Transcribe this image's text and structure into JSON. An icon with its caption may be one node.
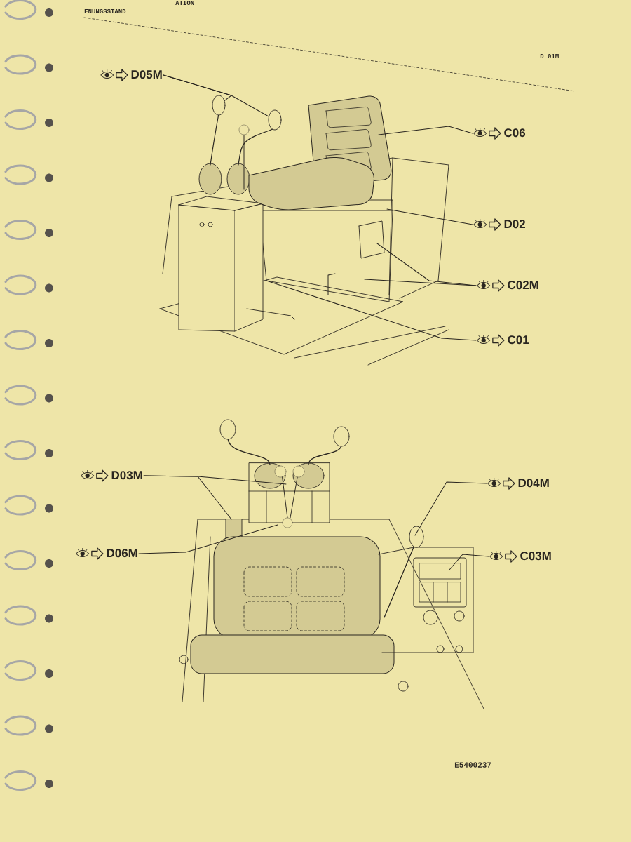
{
  "diagram": {
    "nodes": [
      {
        "text": [
          "D05M"
        ]
      },
      {
        "text": [
          "C06"
        ]
      },
      {
        "text": [
          "D02"
        ]
      },
      {
        "text": [
          "C02M"
        ]
      },
      {
        "text": [
          "C01"
        ]
      },
      {
        "text": [
          "D03M"
        ]
      },
      {
        "text": [
          "D04M"
        ]
      },
      {
        "text": [
          "D06M"
        ]
      },
      {
        "text": [
          "C03M"
        ]
      },
      {
        "text": [],
        "shape": "circle"
      },
      {
        "text": [],
        "shape": "circle"
      }
    ],
    "edges": [
      {
        "from": 0,
        "to": 9,
        "arrow": "none"
      },
      {
        "from": 0,
        "to": 10,
        "arrow": "none"
      },
      {
        "from": 1,
        "to": null,
        "arrow": "none"
      },
      {
        "from": 2,
        "to": null,
        "arrow": "none"
      },
      {
        "from": 3,
        "to": null,
        "arrow": "none"
      },
      {
        "from": 3,
        "to": null,
        "arrow": "none"
      },
      {
        "from": 4,
        "to": null,
        "arrow": "none"
      },
      {
        "from": 5,
        "to": null,
        "arrow": "none"
      },
      {
        "from": 5,
        "to": null,
        "arrow": "none"
      },
      {
        "from": 6,
        "to": null,
        "arrow": "none"
      },
      {
        "from": 7,
        "to": null,
        "arrow": "none"
      },
      {
        "from": 8,
        "to": null,
        "arrow": "none"
      }
    ],
    "labels": [
      "ATION",
      "ENUNGSSTAND",
      "D 01M",
      "E5400237"
    ]
  }
}
